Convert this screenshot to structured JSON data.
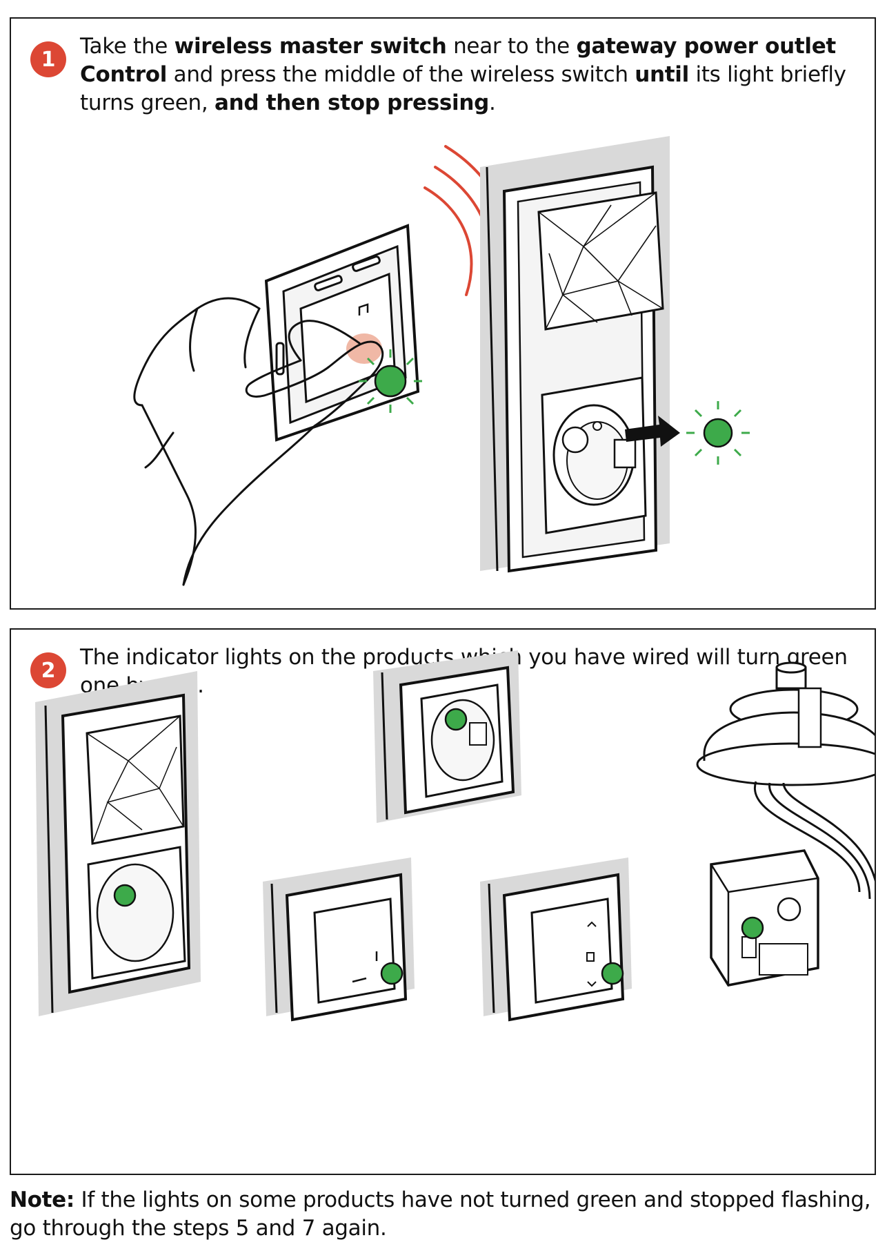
{
  "step1": {
    "number": "1",
    "t1": "Take the ",
    "b1": "wireless master switch",
    "t2": " near to the ",
    "b2": "gateway power outlet Control",
    "t3": " and press the middle of the wireless switch ",
    "b3": "until",
    "t4": " its light briefly turns green, ",
    "b4": "and then stop pressing",
    "t5": "."
  },
  "step2": {
    "number": "2",
    "text": "The indicator lights on the products which you have wired will turn green one by one."
  },
  "note": {
    "label": "Note:",
    "text": " If the lights on some products have not turned green and stopped flashing, go through the steps 5 and 7 again."
  },
  "colors": {
    "badge": "#dc4734",
    "indicator_green": "#3daa4a",
    "signal_red": "#dc4734",
    "wall_grey": "#d9d9d9"
  }
}
